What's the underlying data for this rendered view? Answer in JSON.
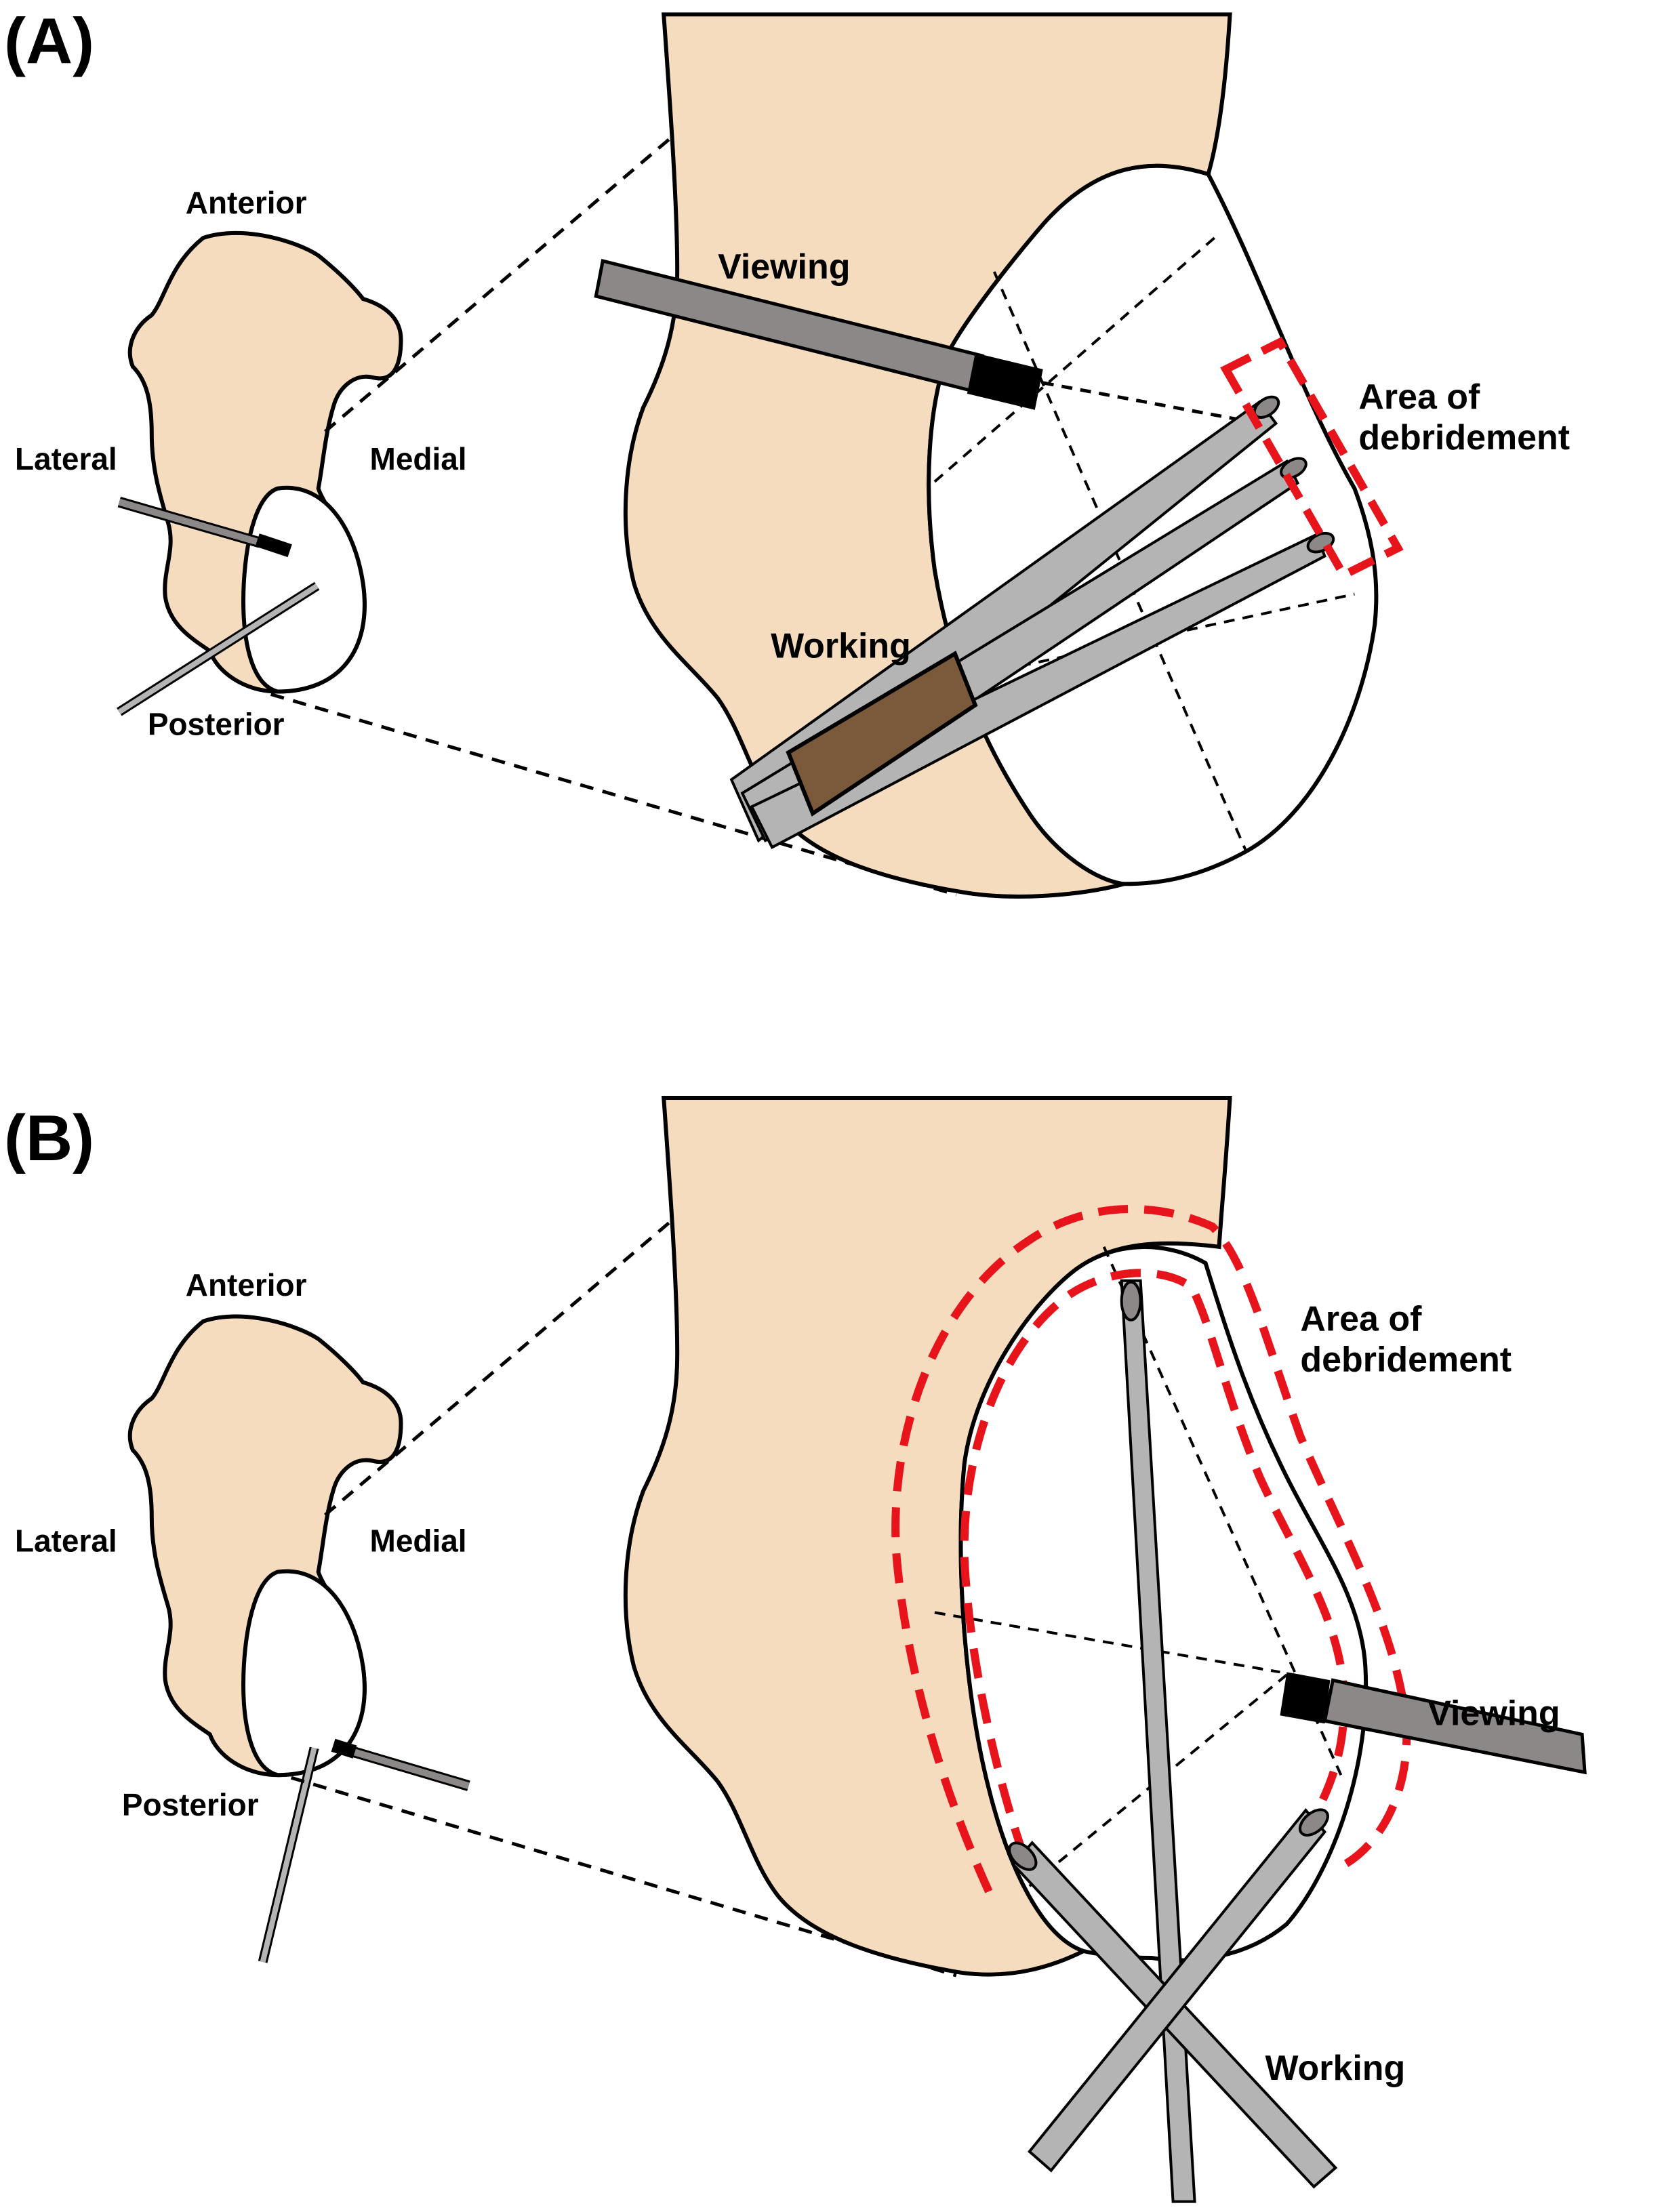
{
  "panels": [
    {
      "letter": "(A)",
      "orientation": {
        "anterior": "Anterior",
        "lateral": "Lateral",
        "medial": "Medial",
        "posterior": "Posterior"
      },
      "instruments": {
        "viewing": "Viewing",
        "working": "Working"
      },
      "area": [
        "Area of",
        "debridement"
      ]
    },
    {
      "letter": "(B)",
      "orientation": {
        "anterior": "Anterior",
        "lateral": "Lateral",
        "medial": "Medial",
        "posterior": "Posterior"
      },
      "instruments": {
        "viewing": "Viewing",
        "working": "Working"
      },
      "area": [
        "Area of",
        "debridement"
      ]
    }
  ],
  "colors": {
    "bone": "#f5dcbe",
    "outline": "#000000",
    "debridement": "#e8141c",
    "viewing_scope": "#8c8888",
    "working_tool": "#b4b4b4",
    "cannula": "#7a5a3a",
    "white": "#ffffff"
  }
}
